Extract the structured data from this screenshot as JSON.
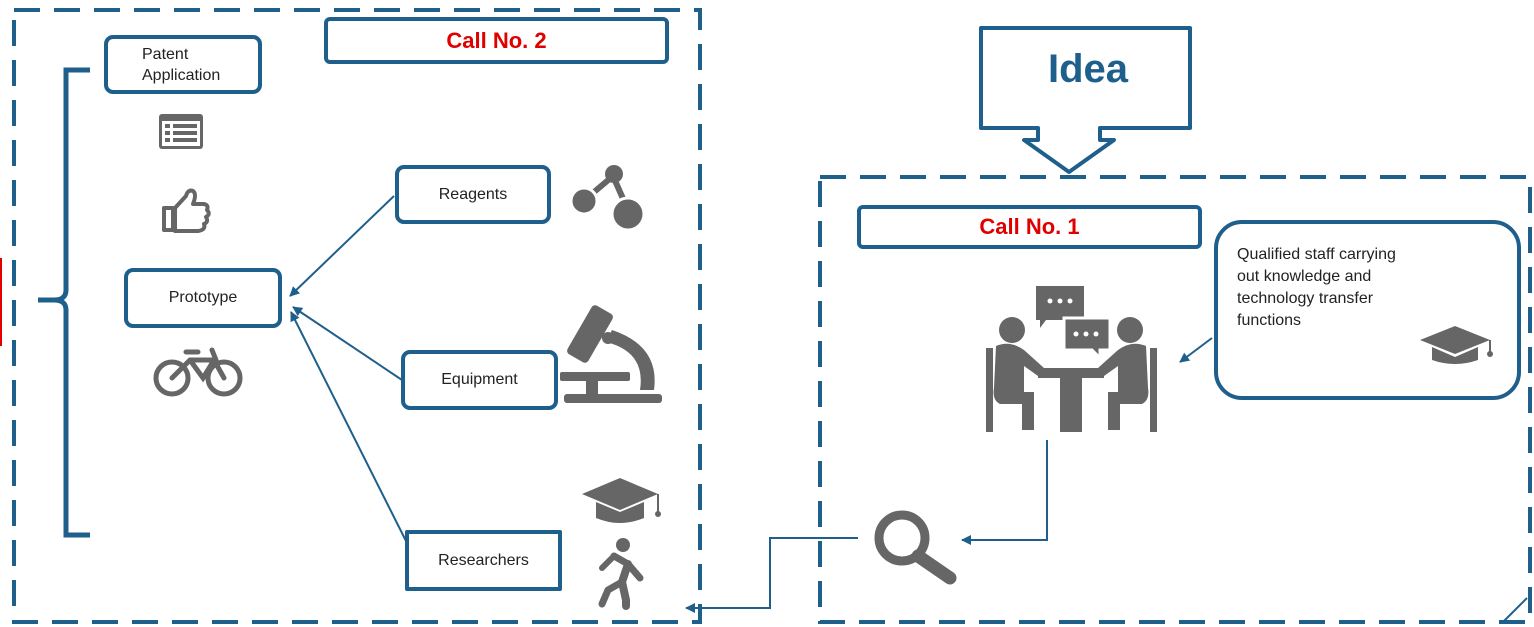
{
  "colors": {
    "border": "#1f5f8b",
    "call_text": "#e00000",
    "icon": "#666666"
  },
  "idea": {
    "label": "Idea"
  },
  "call_1": {
    "label": "Call No. 1"
  },
  "call_2": {
    "label": "Call No. 2"
  },
  "patent": {
    "line1": "Patent",
    "line2": "Application"
  },
  "prototype": {
    "label": "Prototype"
  },
  "reagents": {
    "label": "Reagents"
  },
  "equipment": {
    "label": "Equipment"
  },
  "researchers": {
    "label": "Researchers"
  },
  "staff": {
    "lines": [
      "Qualified staff carrying",
      "out knowledge and",
      "technology transfer",
      "functions"
    ]
  },
  "icons": [
    "list-icon",
    "thumbs-up-icon",
    "bicycle-icon",
    "molecule-icon",
    "microscope-icon",
    "graduation-cap-icon",
    "running-person-icon",
    "meeting-icon",
    "magnifier-icon"
  ]
}
